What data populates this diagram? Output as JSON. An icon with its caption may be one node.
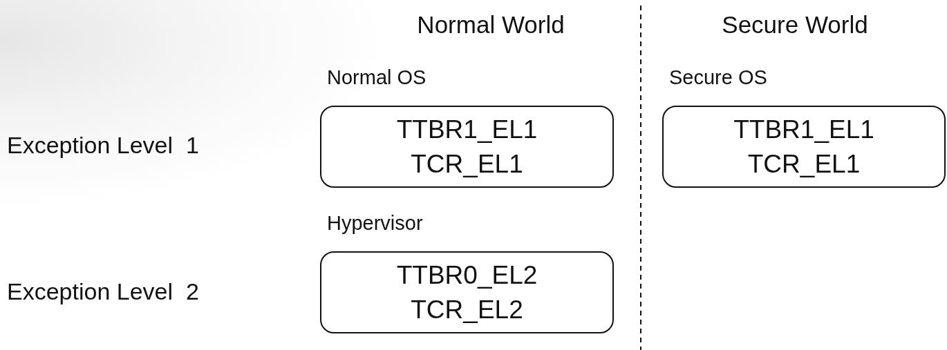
{
  "diagram": {
    "nodes": [
      {
        "text": [
          "Normal OS",
          "TTBR1_EL1",
          "TCR_EL1"
        ]
      },
      {
        "text": [
          "Secure OS",
          "TTBR1_EL1",
          "TCR_EL1"
        ]
      },
      {
        "text": [
          "Hypervisor",
          "TTBR0_EL2",
          "TCR_EL2"
        ]
      }
    ],
    "labels": [
      "Normal World",
      "Secure World",
      "Exception Level  1",
      "Exception Level  2"
    ]
  }
}
